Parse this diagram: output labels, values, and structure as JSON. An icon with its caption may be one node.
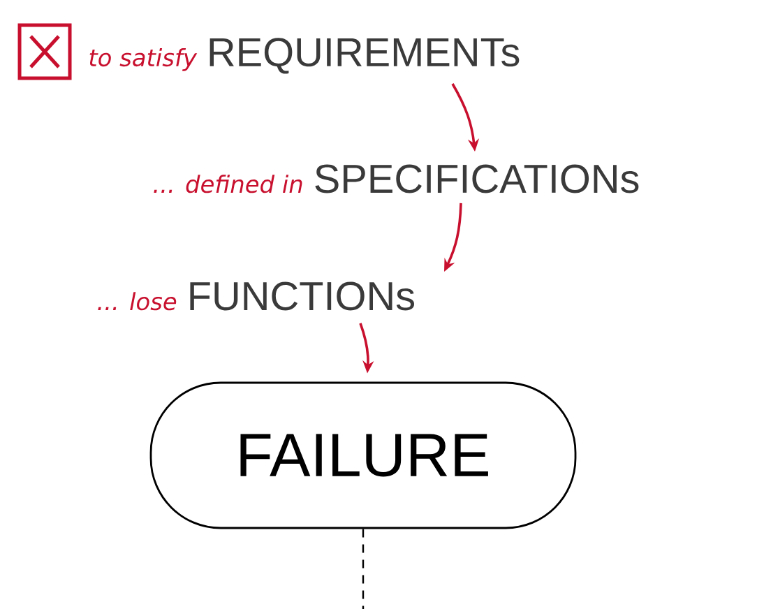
{
  "diagram": {
    "nodes": [
      {
        "text": [
          "to satisfy",
          "REQUIREMENTs"
        ]
      },
      {
        "text": [
          "... defined in",
          "SPECIFICATIONs"
        ]
      },
      {
        "text": [
          "... lose",
          "FUNCTIONs"
        ]
      },
      {
        "text": [
          "FAILURE"
        ]
      }
    ],
    "edges": [
      {
        "from": 0,
        "to": 1,
        "arrow": "to"
      },
      {
        "from": 1,
        "to": 2,
        "arrow": "to"
      },
      {
        "from": 2,
        "to": 3,
        "arrow": "to"
      },
      {
        "from": 3,
        "to": null,
        "arrow": "none",
        "style": "dashed",
        "color": "#000000"
      }
    ]
  }
}
